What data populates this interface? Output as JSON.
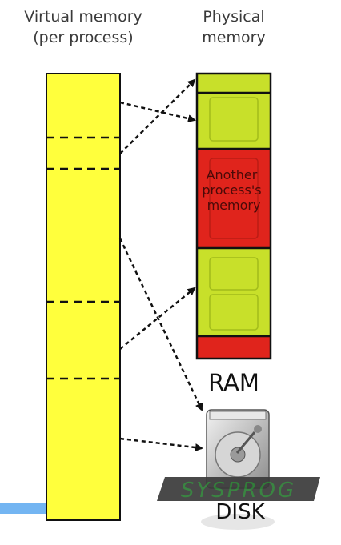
{
  "headers": {
    "virtual": "Virtual memory\n(per process)",
    "physical": "Physical\nmemory"
  },
  "ram": {
    "label": "RAM",
    "other_process": "Another\nprocess's\nmemory"
  },
  "disk": {
    "label": "DISK"
  },
  "watermark": {
    "text": "SYSPROG"
  },
  "colors": {
    "virtual_fill": "#ffff3c",
    "ram_green": "#c8e02a",
    "ram_red": "#e0241c",
    "watermark_green": "#2a7a32",
    "watermark_band": "#3a3a3a",
    "blue_bar": "#5aa8f0"
  }
}
